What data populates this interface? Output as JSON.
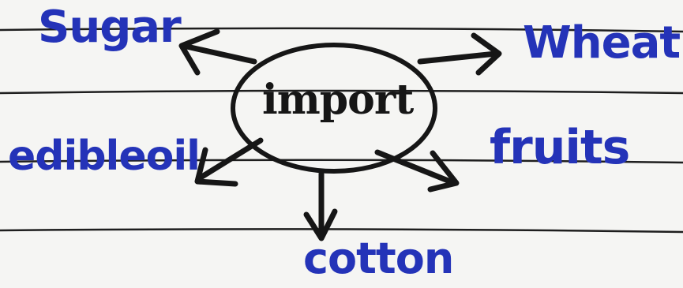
{
  "diagram": {
    "center": {
      "label": "import"
    },
    "branches": [
      {
        "id": "sugar",
        "label": "Sugar"
      },
      {
        "id": "wheat",
        "label": "Wheat"
      },
      {
        "id": "edible-oil",
        "label": "edibleoil"
      },
      {
        "id": "fruits",
        "label": "fruits"
      },
      {
        "id": "cotton",
        "label": "cotton"
      }
    ]
  },
  "colors": {
    "ink_blue": "#2433b8",
    "ink_black": "#161616",
    "paper": "#f5f5f3",
    "rule_line": "#1e1e1e"
  }
}
